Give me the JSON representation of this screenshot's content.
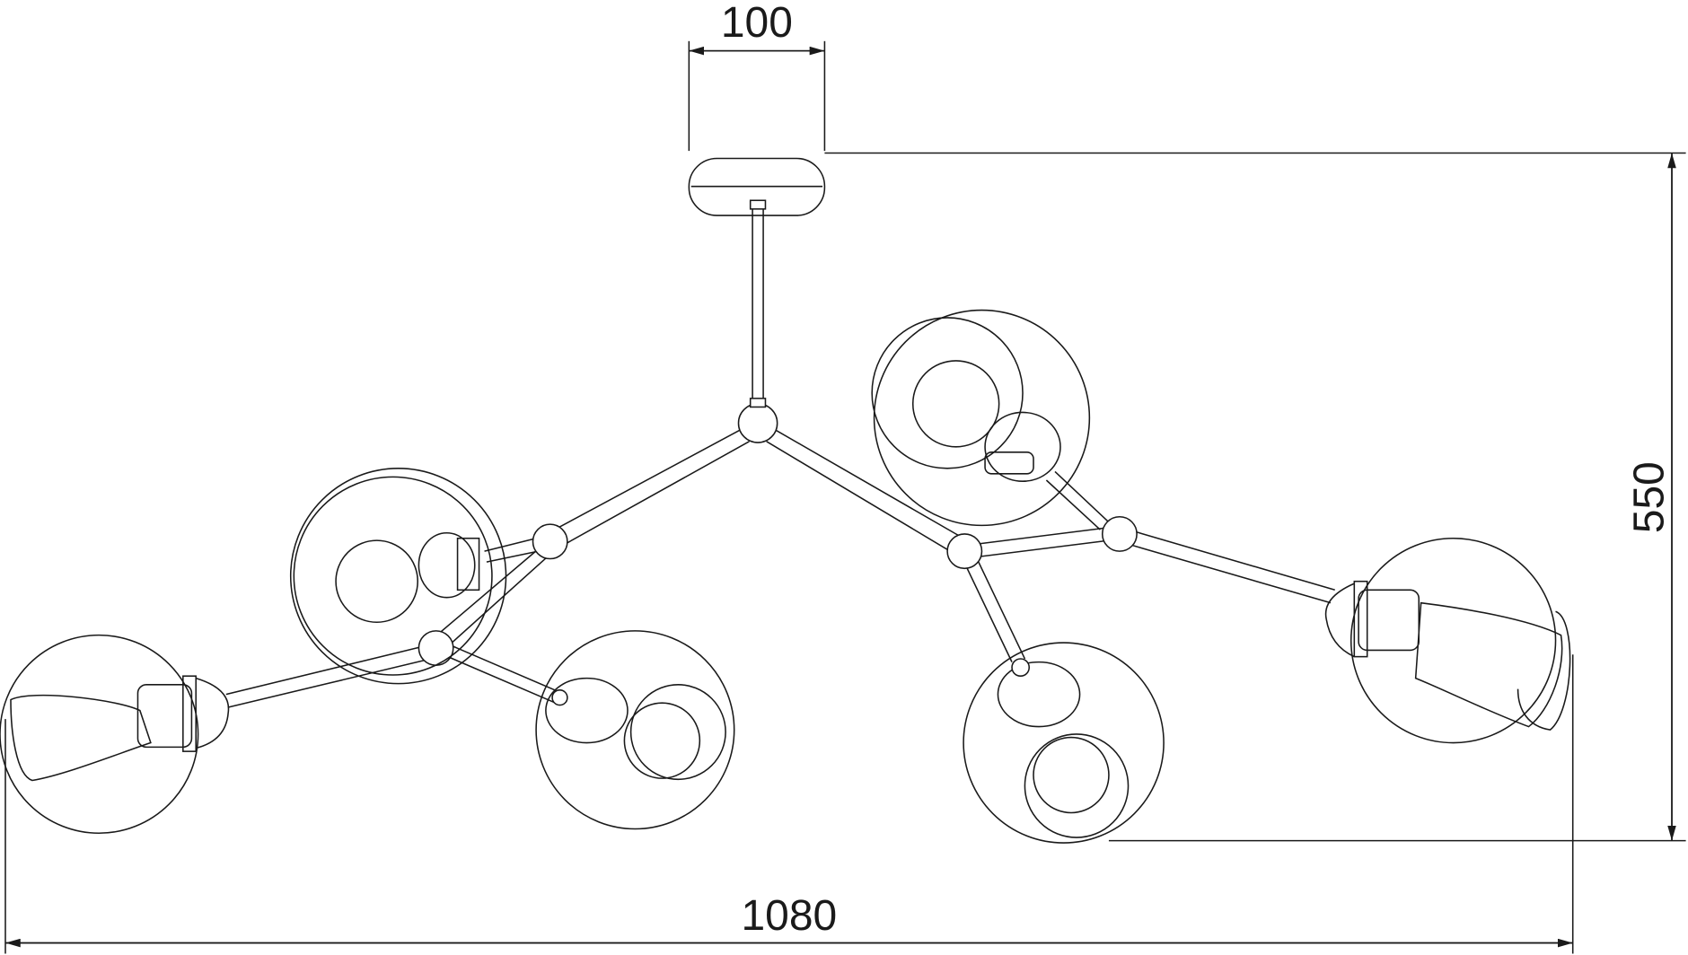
{
  "drawing": {
    "subject": "chandelier",
    "dimensions": {
      "canopy_width": "100",
      "height": "550",
      "total_width": "1080"
    },
    "line_color": "#1a1a1a",
    "background": "#ffffff"
  }
}
